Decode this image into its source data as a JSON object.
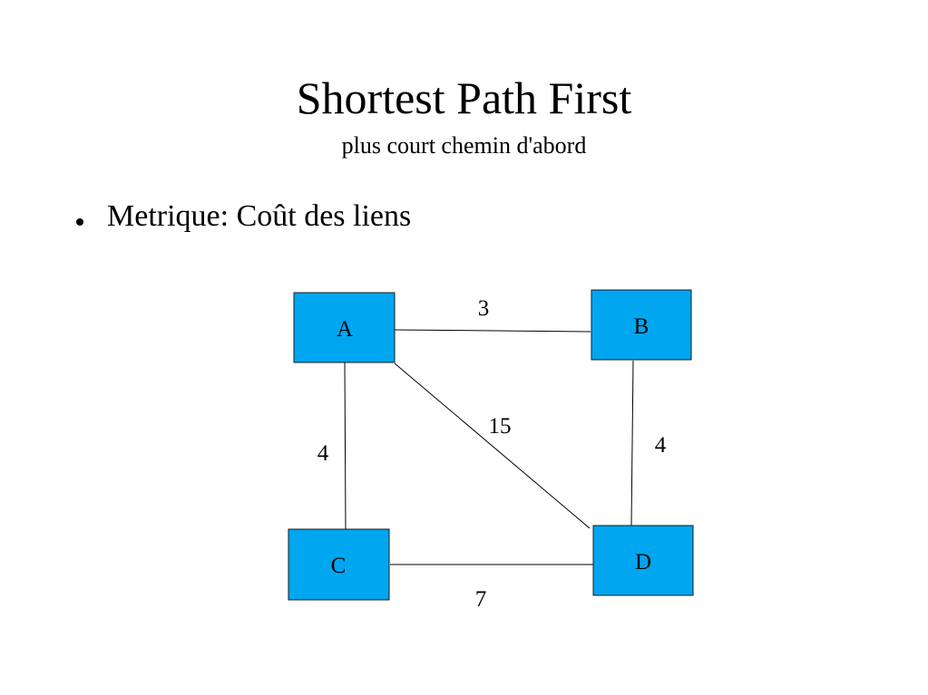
{
  "slide": {
    "title": "Shortest Path First",
    "subtitle": "plus court chemin d'abord"
  },
  "bullets": [
    {
      "text": "Metrique: Coût des liens"
    }
  ],
  "graph": {
    "nodes": [
      {
        "id": "A",
        "label": "A"
      },
      {
        "id": "B",
        "label": "B"
      },
      {
        "id": "C",
        "label": "C"
      },
      {
        "id": "D",
        "label": "D"
      }
    ],
    "edges": [
      {
        "from": "A",
        "to": "B",
        "cost": "3"
      },
      {
        "from": "A",
        "to": "C",
        "cost": "4"
      },
      {
        "from": "A",
        "to": "D",
        "cost": "15"
      },
      {
        "from": "B",
        "to": "D",
        "cost": "4"
      },
      {
        "from": "C",
        "to": "D",
        "cost": "7"
      }
    ],
    "colors": {
      "node_fill": "#00a6f0",
      "node_border": "#1a1a1a",
      "edge": "#000000"
    }
  }
}
